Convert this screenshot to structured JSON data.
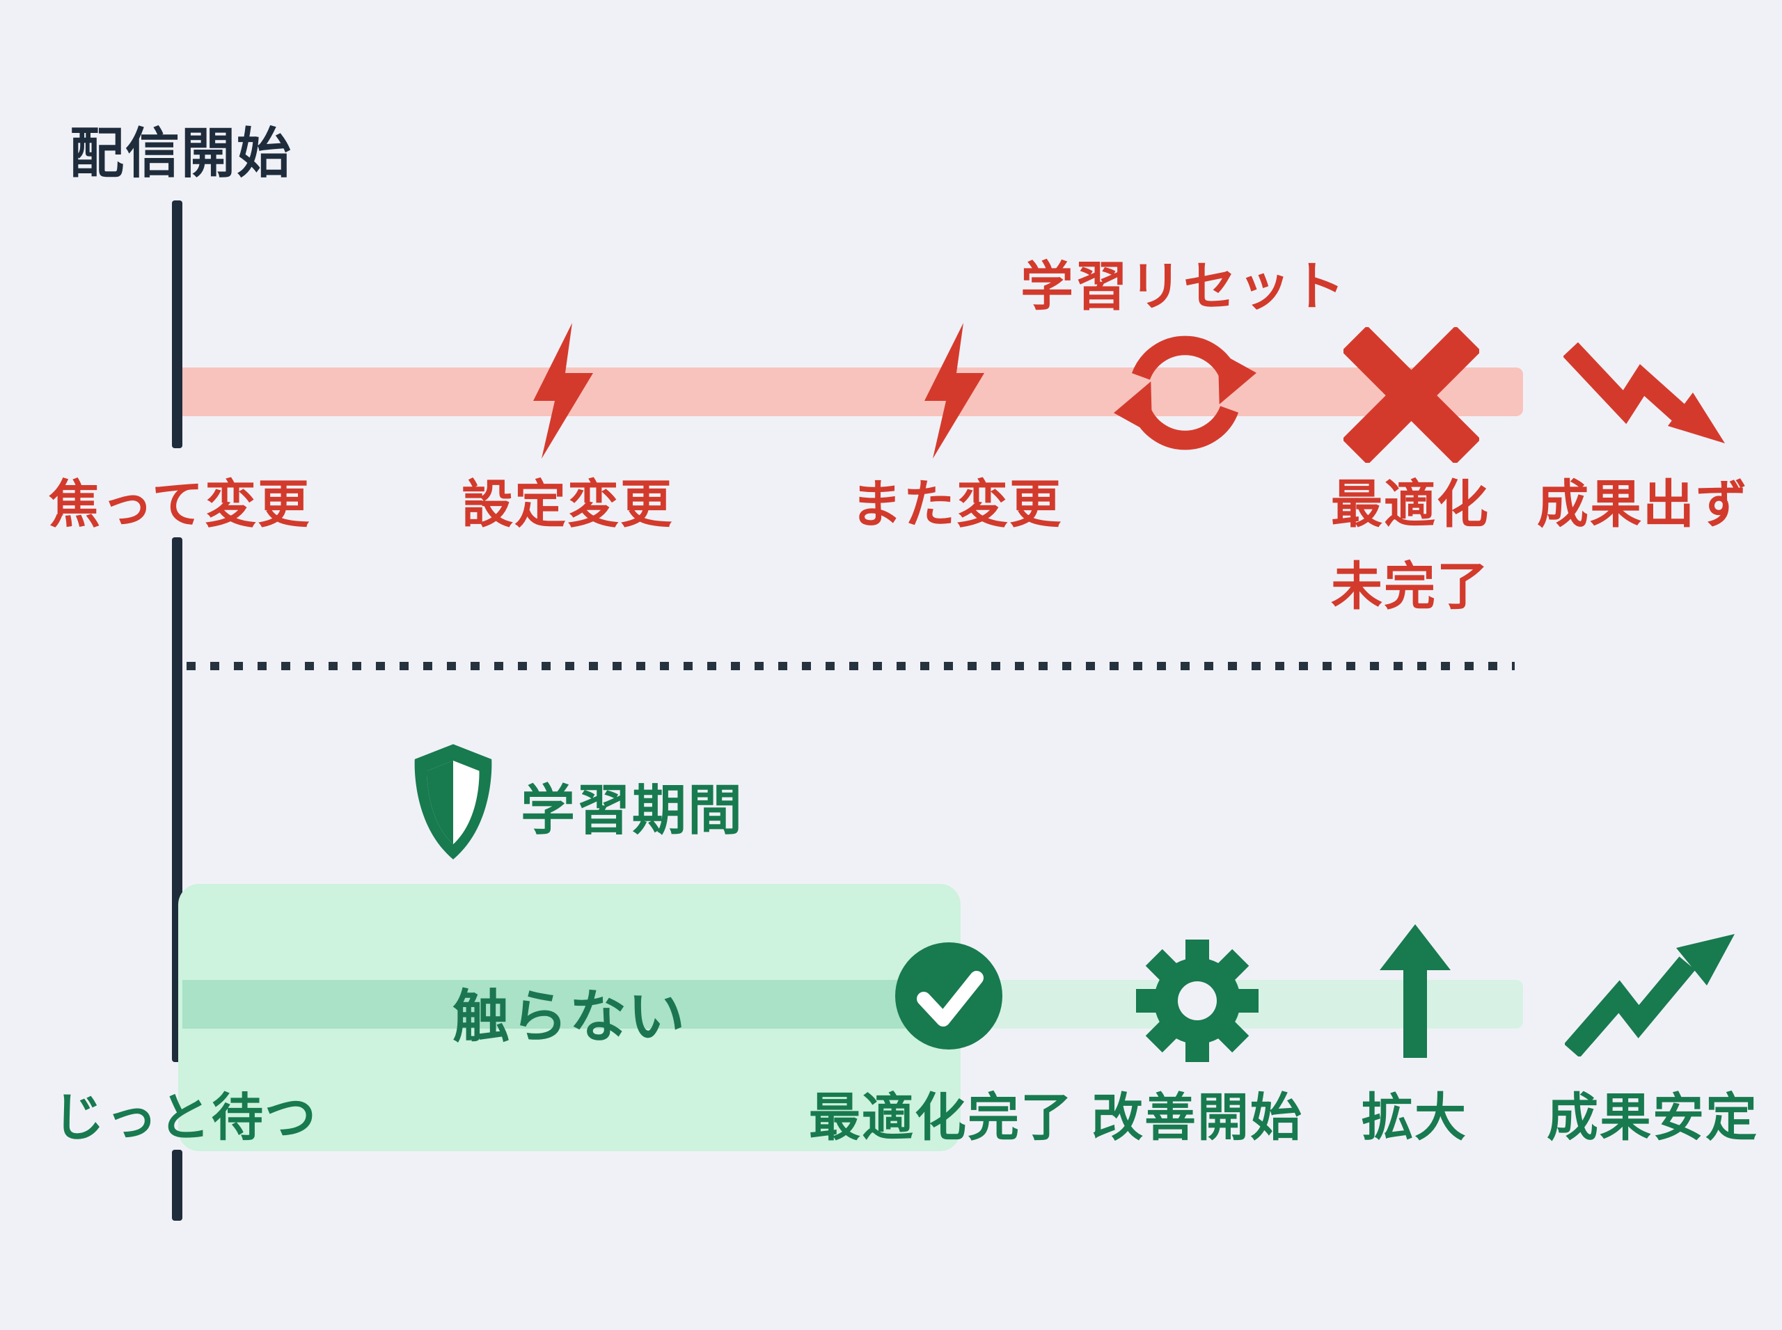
{
  "title": "配信開始",
  "colors": {
    "background": "#f0f1f6",
    "spine_navy": "#1e2c3c",
    "red_accent": "#d43a2c",
    "red_band": "#f8c3bd",
    "green_accent": "#187a4f",
    "green_box": "#cdf2dd",
    "green_band": "#d7f2e5",
    "green_band_dark": "#a9e2c6"
  },
  "top": {
    "reset_annotation": "学習リセット",
    "milestones": [
      {
        "label": "焦って変更"
      },
      {
        "label": "設定変更",
        "icon": "lightning"
      },
      {
        "label": "また変更",
        "icon": "lightning"
      },
      {
        "label": "最適化",
        "label2": "未完了",
        "icon": "x-mark"
      },
      {
        "label": "成果出ず",
        "icon": "trend-down"
      }
    ]
  },
  "bottom": {
    "shield_label": "学習期間",
    "band_label": "触らない",
    "milestones": [
      {
        "label": "じっと待つ"
      },
      {
        "label": "最適化完了",
        "icon": "check-circle"
      },
      {
        "label": "改善開始",
        "icon": "gear"
      },
      {
        "label": "拡大",
        "icon": "arrow-up"
      },
      {
        "label": "成果安定",
        "icon": "trend-up"
      }
    ]
  }
}
